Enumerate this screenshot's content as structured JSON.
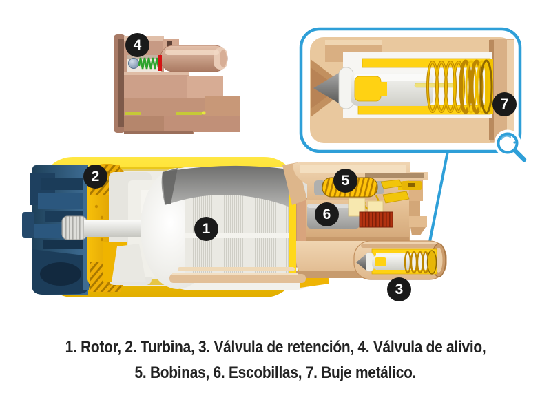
{
  "figure": {
    "subject": "cutaway diagram of an electric fuel pump",
    "caption": {
      "line1": "1. Rotor, 2. Turbina, 3. Válvula de retención, 4. Válvula de alivio,",
      "line2": "5. Bobinas, 6. Escobillas, 7. Buje metálico."
    },
    "callouts": [
      {
        "number": "1",
        "label": "Rotor"
      },
      {
        "number": "2",
        "label": "Turbina"
      },
      {
        "number": "3",
        "label": "Válvula de retención"
      },
      {
        "number": "4",
        "label": "Válvula de alivio"
      },
      {
        "number": "5",
        "label": "Bobinas"
      },
      {
        "number": "6",
        "label": "Escobillas"
      },
      {
        "number": "7",
        "label": "Buje metálico"
      }
    ],
    "icons": {
      "inset_corner": "magnifier-icon"
    },
    "colors": {
      "accent_blue": "#2E9FD8",
      "casing_yellow": "#FFD409",
      "gold": "#EFAF07",
      "housing_tan": "#E9C89E",
      "copper": "#C79A84",
      "navy_blue": "#2B5273",
      "badge_black": "#1A1A1A",
      "rotor_ivory": "#F2F1EC",
      "shell_gray": "#8A8A8A",
      "brush_red": "#B23210",
      "spring_green": "#2DA32D",
      "seat_red": "#D41414",
      "caption_text": "#222222",
      "background": "#FFFFFF"
    }
  }
}
